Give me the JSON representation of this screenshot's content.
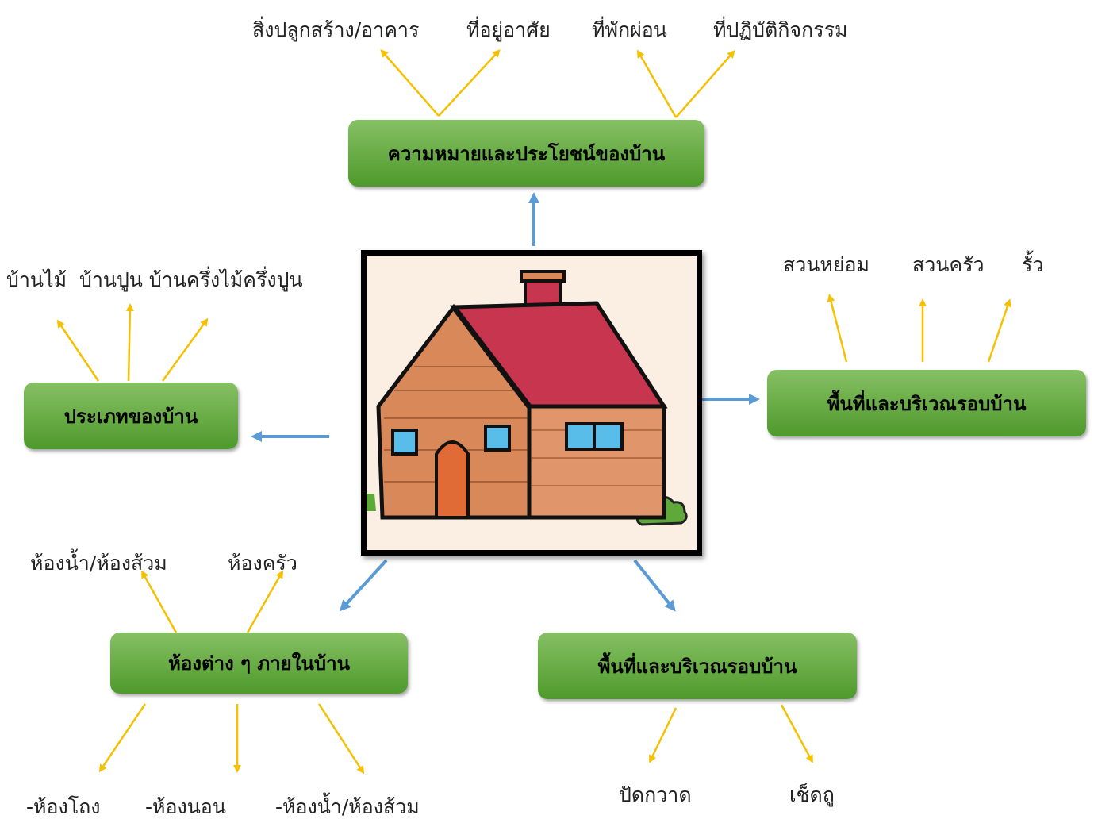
{
  "central_image": "house-illustration",
  "boxes": {
    "top": "ความหมายและประโยชน์ของบ้าน",
    "left": "ประเภทของบ้าน",
    "right": "พื้นที่และบริเวณรอบบ้าน",
    "bottom_left": "ห้องต่าง ๆ ภายในบ้าน",
    "bottom_right": "พื้นที่และบริเวณรอบบ้าน"
  },
  "labels": {
    "top_1": "สิ่งปลูกสร้าง/อาคาร",
    "top_2": "ที่อยู่อาศัย",
    "top_3": "ที่พักผ่อน",
    "top_4": "ที่ปฏิบัติกิจกรรม",
    "left_line": "บ้านไม้  บ้านปูน บ้านครึ่งไม้ครึ่งปูน",
    "right_1": "สวนหย่อม",
    "right_2": "สวนครัว",
    "right_3": "รั้ว",
    "bl_top_1": "ห้องน้ำ/ห้องส้วม",
    "bl_top_2": "ห้องครัว",
    "bl_bottom_1": "-ห้องโถง",
    "bl_bottom_2": "-ห้องนอน",
    "bl_bottom_3": "-ห้องน้ำ/ห้องส้วม",
    "br_1": "ปัดกวาด",
    "br_2": "เช็ดถู"
  },
  "colors": {
    "box_top": "#86c064",
    "box_bottom": "#4e9a2b",
    "arrow_yellow": "#f5c000",
    "arrow_blue": "#5b9bd5",
    "roof": "#c8354f",
    "wall": "#d9885a"
  }
}
